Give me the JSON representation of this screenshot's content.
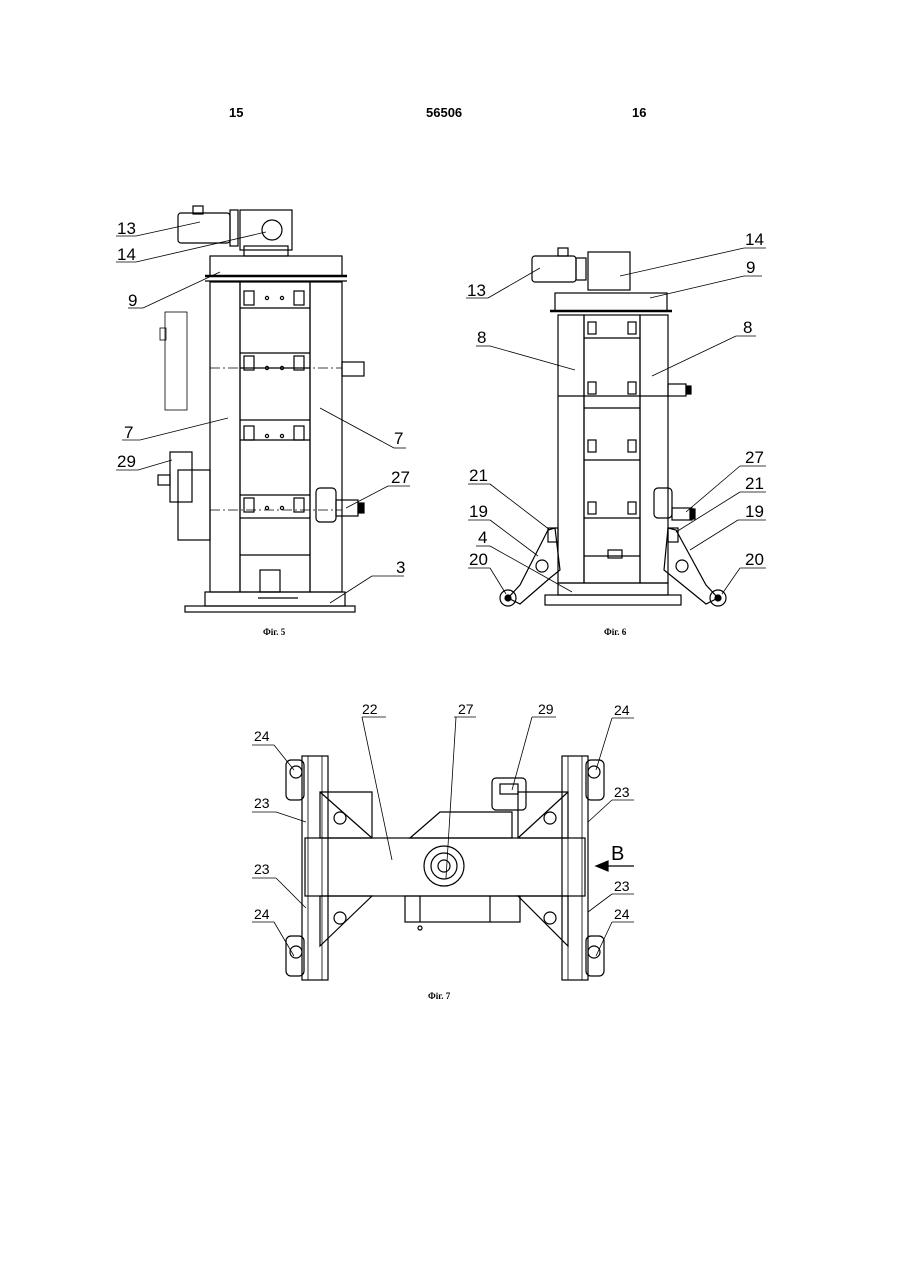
{
  "header": {
    "left": "15",
    "center": "56506",
    "right": "16"
  },
  "figures": {
    "fig5": {
      "caption": "Фіг. 5",
      "labels": {
        "l13": "13",
        "l14": "14",
        "l9": "9",
        "l7a": "7",
        "l7b": "7",
        "l29": "29",
        "l27": "27",
        "l3": "3"
      }
    },
    "fig6": {
      "caption": "Фіг. 6",
      "labels": {
        "l14": "14",
        "l9": "9",
        "l13": "13",
        "l8a": "8",
        "l8b": "8",
        "l27": "27",
        "l21a": "21",
        "l21b": "21",
        "l19a": "19",
        "l19b": "19",
        "l4": "4",
        "l20a": "20",
        "l20b": "20"
      }
    },
    "fig7": {
      "caption": "Фіг. 7",
      "labels": {
        "l22": "22",
        "l27": "27",
        "l29": "29",
        "l24a": "24",
        "l24b": "24",
        "l24c": "24",
        "l24d": "24",
        "l23a": "23",
        "l23b": "23",
        "l23c": "23",
        "l23d": "23",
        "lB": "B"
      }
    }
  }
}
